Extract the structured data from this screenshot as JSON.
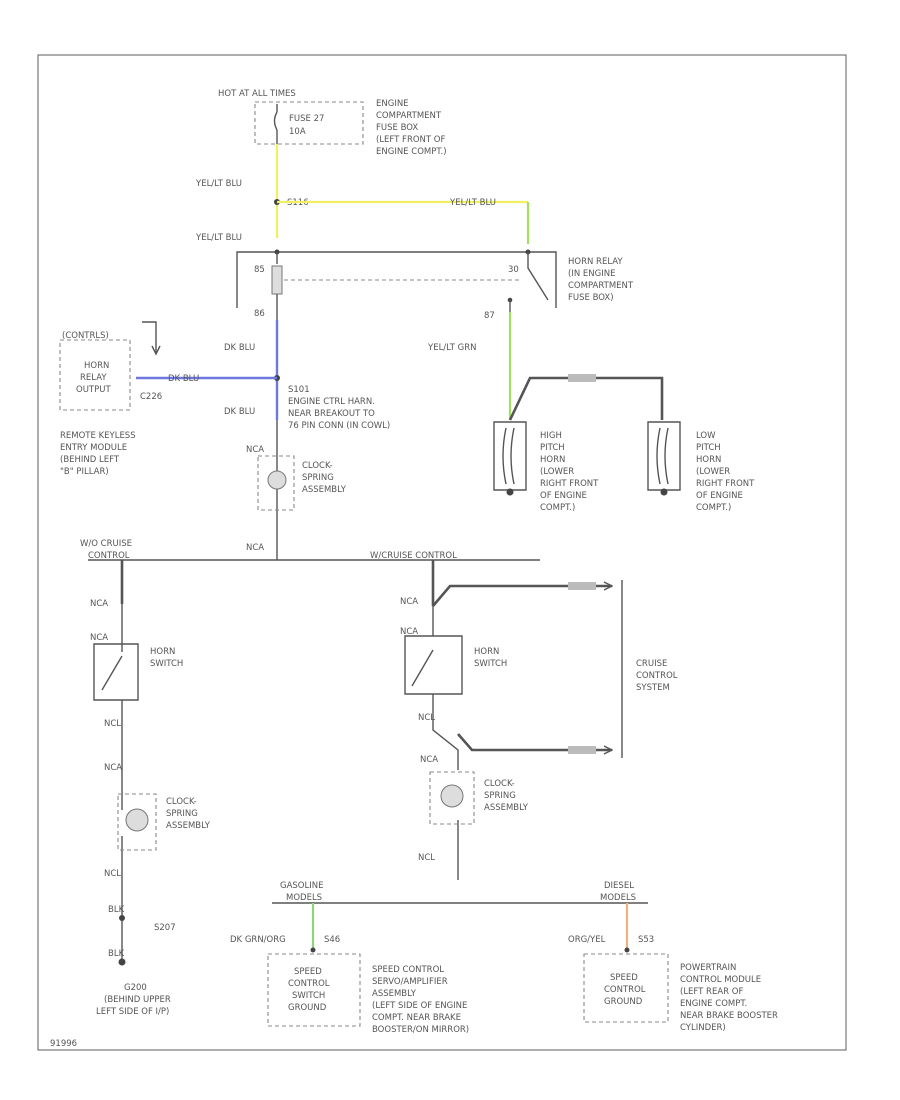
{
  "colors": {
    "yellow_wire": "#f0f060",
    "yellow_green_wire": "#a0e060",
    "blue_wire": "#6f78e0",
    "green_wire": "#8ed47a",
    "orange_wire": "#f0b080",
    "line": "#555555"
  },
  "labels": {
    "hot_at_all_times": "HOT AT ALL TIMES",
    "fuse_27": "FUSE 27",
    "fuse_27_amps": "10A",
    "fuse_box": [
      "ENGINE",
      "COMPARTMENT",
      "FUSE BOX",
      "(LEFT FRONT OF",
      "ENGINE COMPT.)"
    ],
    "wire_yel_blu_1": "YEL/LT BLU",
    "splice_s116": "S116",
    "wire_yel_blu_2": "YEL/LT BLU",
    "wire_yel_blu_3": "YEL/LT BLU",
    "pin_85": "85",
    "pin_86": "86",
    "pin_30": "30",
    "pin_87": "87",
    "horn_relay": [
      "HORN RELAY",
      "(IN ENGINE",
      "COMPARTMENT",
      "FUSE BOX)"
    ],
    "wire_dk_blu_1": "DK BLU",
    "wire_dk_blu_2": "DK BLU",
    "wire_dk_blu_3": "DK BLU",
    "wire_yel_grn": "YEL/LT GRN",
    "pin_c226": "C226",
    "s101": [
      "S101",
      "ENGINE CTRL HARN.",
      "NEAR BREAKOUT TO",
      "76 PIN CONN (IN COWL)"
    ],
    "keyless_header": "(CONTRLS)",
    "keyless_box": [
      "HORN",
      "RELAY",
      "OUTPUT"
    ],
    "keyless_desc": [
      "REMOTE KEYLESS",
      "ENTRY MODULE",
      "(BEHIND LEFT",
      "\"B\" PILLAR)"
    ],
    "nca_1": "NCA",
    "nca_2": "NCA",
    "clockspring_top": [
      "CLOCK-",
      "SPRING",
      "ASSEMBLY"
    ],
    "high_horn": [
      "HIGH",
      "PITCH",
      "HORN",
      "(LOWER",
      "RIGHT FRONT",
      "OF ENGINE",
      "COMPT.)"
    ],
    "low_horn": [
      "LOW",
      "PITCH",
      "HORN",
      "(LOWER",
      "RIGHT FRONT",
      "OF ENGINE",
      "COMPT.)"
    ],
    "wo_cruise": [
      "W/O CRUISE",
      "CONTROL"
    ],
    "w_cruise": "W/CRUISE CONTROL",
    "nca_l1": "NCA",
    "nca_l2": "NCA",
    "horn_switch_l": [
      "HORN",
      "SWITCH"
    ],
    "ncl_l1": "NCL",
    "nca_l3": "NCA",
    "clockspring_l": [
      "CLOCK-",
      "SPRING",
      "ASSEMBLY"
    ],
    "ncl_l2": "NCL",
    "blk_1": "BLK",
    "s207": "S207",
    "blk_2": "BLK",
    "g200": [
      "G200",
      "(BEHIND UPPER",
      "LEFT SIDE OF I/P)"
    ],
    "nca_r1": "NCA",
    "nca_r2": "NCA",
    "horn_switch_r": [
      "HORN",
      "SWITCH"
    ],
    "ncl_r1": "NCL",
    "ncl_r2": "NCL",
    "nca_r3": "NCA",
    "clockspring_r": [
      "CLOCK-",
      "SPRING",
      "ASSEMBLY"
    ],
    "cruise_system": [
      "CRUISE",
      "CONTROL",
      "SYSTEM"
    ],
    "gasoline": [
      "GASOLINE",
      "MODELS"
    ],
    "diesel": [
      "DIESEL",
      "MODELS"
    ],
    "wire_dk_grn_org": "DK GRN/ORG",
    "pin_s46": "S46",
    "wire_org_yel": "ORG/YEL",
    "pin_s53": "S53",
    "speed_ctrl_switch_gnd": [
      "SPEED",
      "CONTROL",
      "SWITCH",
      "GROUND"
    ],
    "speed_ctrl_servo": [
      "SPEED CONTROL",
      "SERVO/AMPLIFIER",
      "ASSEMBLY",
      "(LEFT SIDE OF ENGINE",
      "COMPT. NEAR BRAKE",
      "BOOSTER/ON MIRROR)"
    ],
    "speed_ctrl_ground": [
      "SPEED",
      "CONTROL",
      "GROUND"
    ],
    "powertrain_module": [
      "POWERTRAIN",
      "CONTROL MODULE",
      "(LEFT REAR OF",
      "ENGINE COMPT.",
      "NEAR BRAKE BOOSTER",
      "CYLINDER)"
    ],
    "footnote": "91996"
  }
}
